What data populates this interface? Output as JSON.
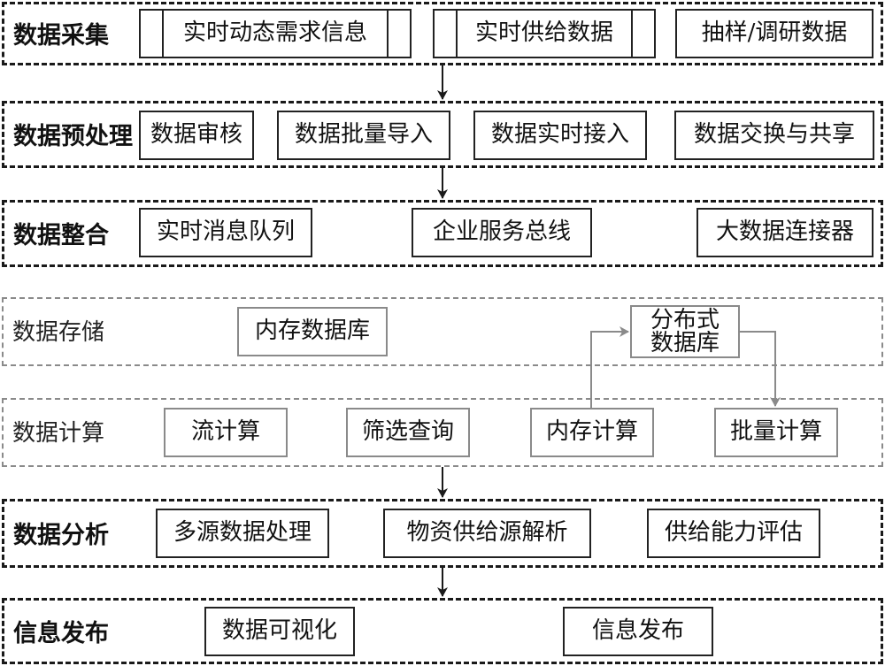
{
  "layers": {
    "collection": {
      "title": "数据采集",
      "items": [
        "实时动态需求信息",
        "实时供给数据",
        "抽样/调研数据"
      ]
    },
    "preprocess": {
      "title": "数据预处理",
      "items": [
        "数据审核",
        "数据批量导入",
        "数据实时接入",
        "数据交换与共享"
      ]
    },
    "integration": {
      "title": "数据整合",
      "items": [
        "实时消息队列",
        "企业服务总线",
        "大数据连接器"
      ]
    },
    "storage": {
      "title": "数据存储",
      "items": [
        "内存数据库"
      ],
      "distributed_line1": "分布式",
      "distributed_line2": "数据库"
    },
    "compute": {
      "title": "数据计算",
      "items": [
        "流计算",
        "筛选查询",
        "内存计算",
        "批量计算"
      ]
    },
    "analysis": {
      "title": "数据分析",
      "items": [
        "多源数据处理",
        "物资供给源解析",
        "供给能力评估"
      ]
    },
    "publish": {
      "title": "信息发布",
      "items": [
        "数据可视化",
        "信息发布"
      ]
    }
  },
  "colors": {
    "dark_border": "#1a1a1a",
    "light_border": "#8a8a8a"
  }
}
